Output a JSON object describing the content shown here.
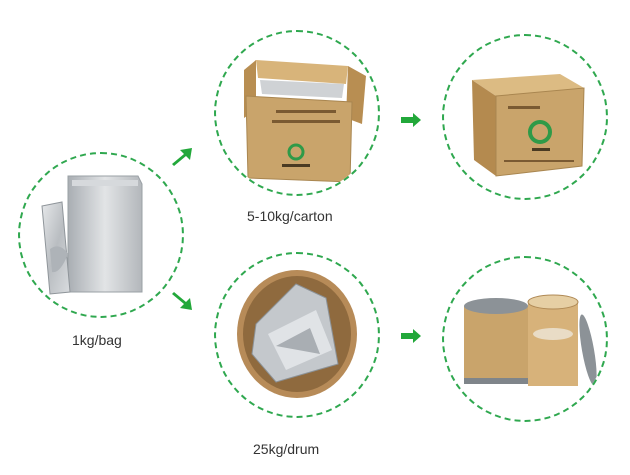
{
  "captions": {
    "bag": "1kg/bag",
    "carton": "5-10kg/carton",
    "drum": "25kg/drum"
  },
  "colors": {
    "dashed_border": "#2fa84f",
    "arrow": "#22a83a",
    "cardboard": "#c9a46b",
    "foil": "#c8cbce"
  },
  "icons": {
    "arrow": "green-arrow-icon",
    "logo": "green-g-logo-icon"
  }
}
